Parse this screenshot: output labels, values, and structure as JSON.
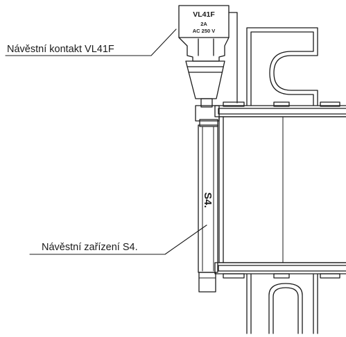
{
  "callouts": {
    "signal_contact": "Návěstní kontakt VL41F",
    "signal_device": "Návěstní zařízení S4."
  },
  "contact_marking": {
    "model": "VL41F",
    "current": "2A",
    "voltage": "AC 250 V"
  },
  "device_marking": "S4.",
  "colors": {
    "line": "#1a1a1a",
    "background": "#ffffff"
  }
}
